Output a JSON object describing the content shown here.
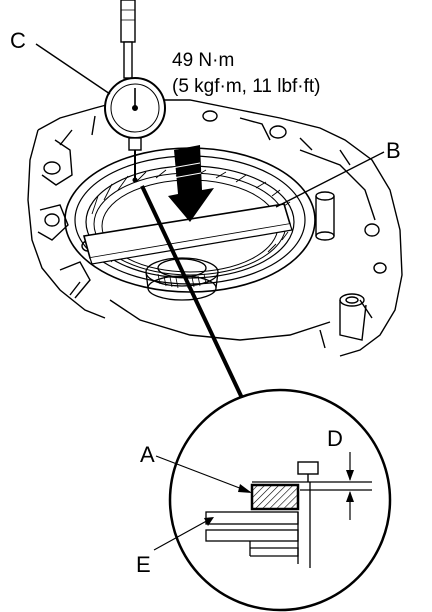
{
  "callouts": {
    "a": "A",
    "b": "B",
    "c": "C",
    "d": "D",
    "e": "E"
  },
  "torque": {
    "line1": "49 N·m",
    "line2": "(5 kgf·m, 11 lbf·ft)"
  }
}
